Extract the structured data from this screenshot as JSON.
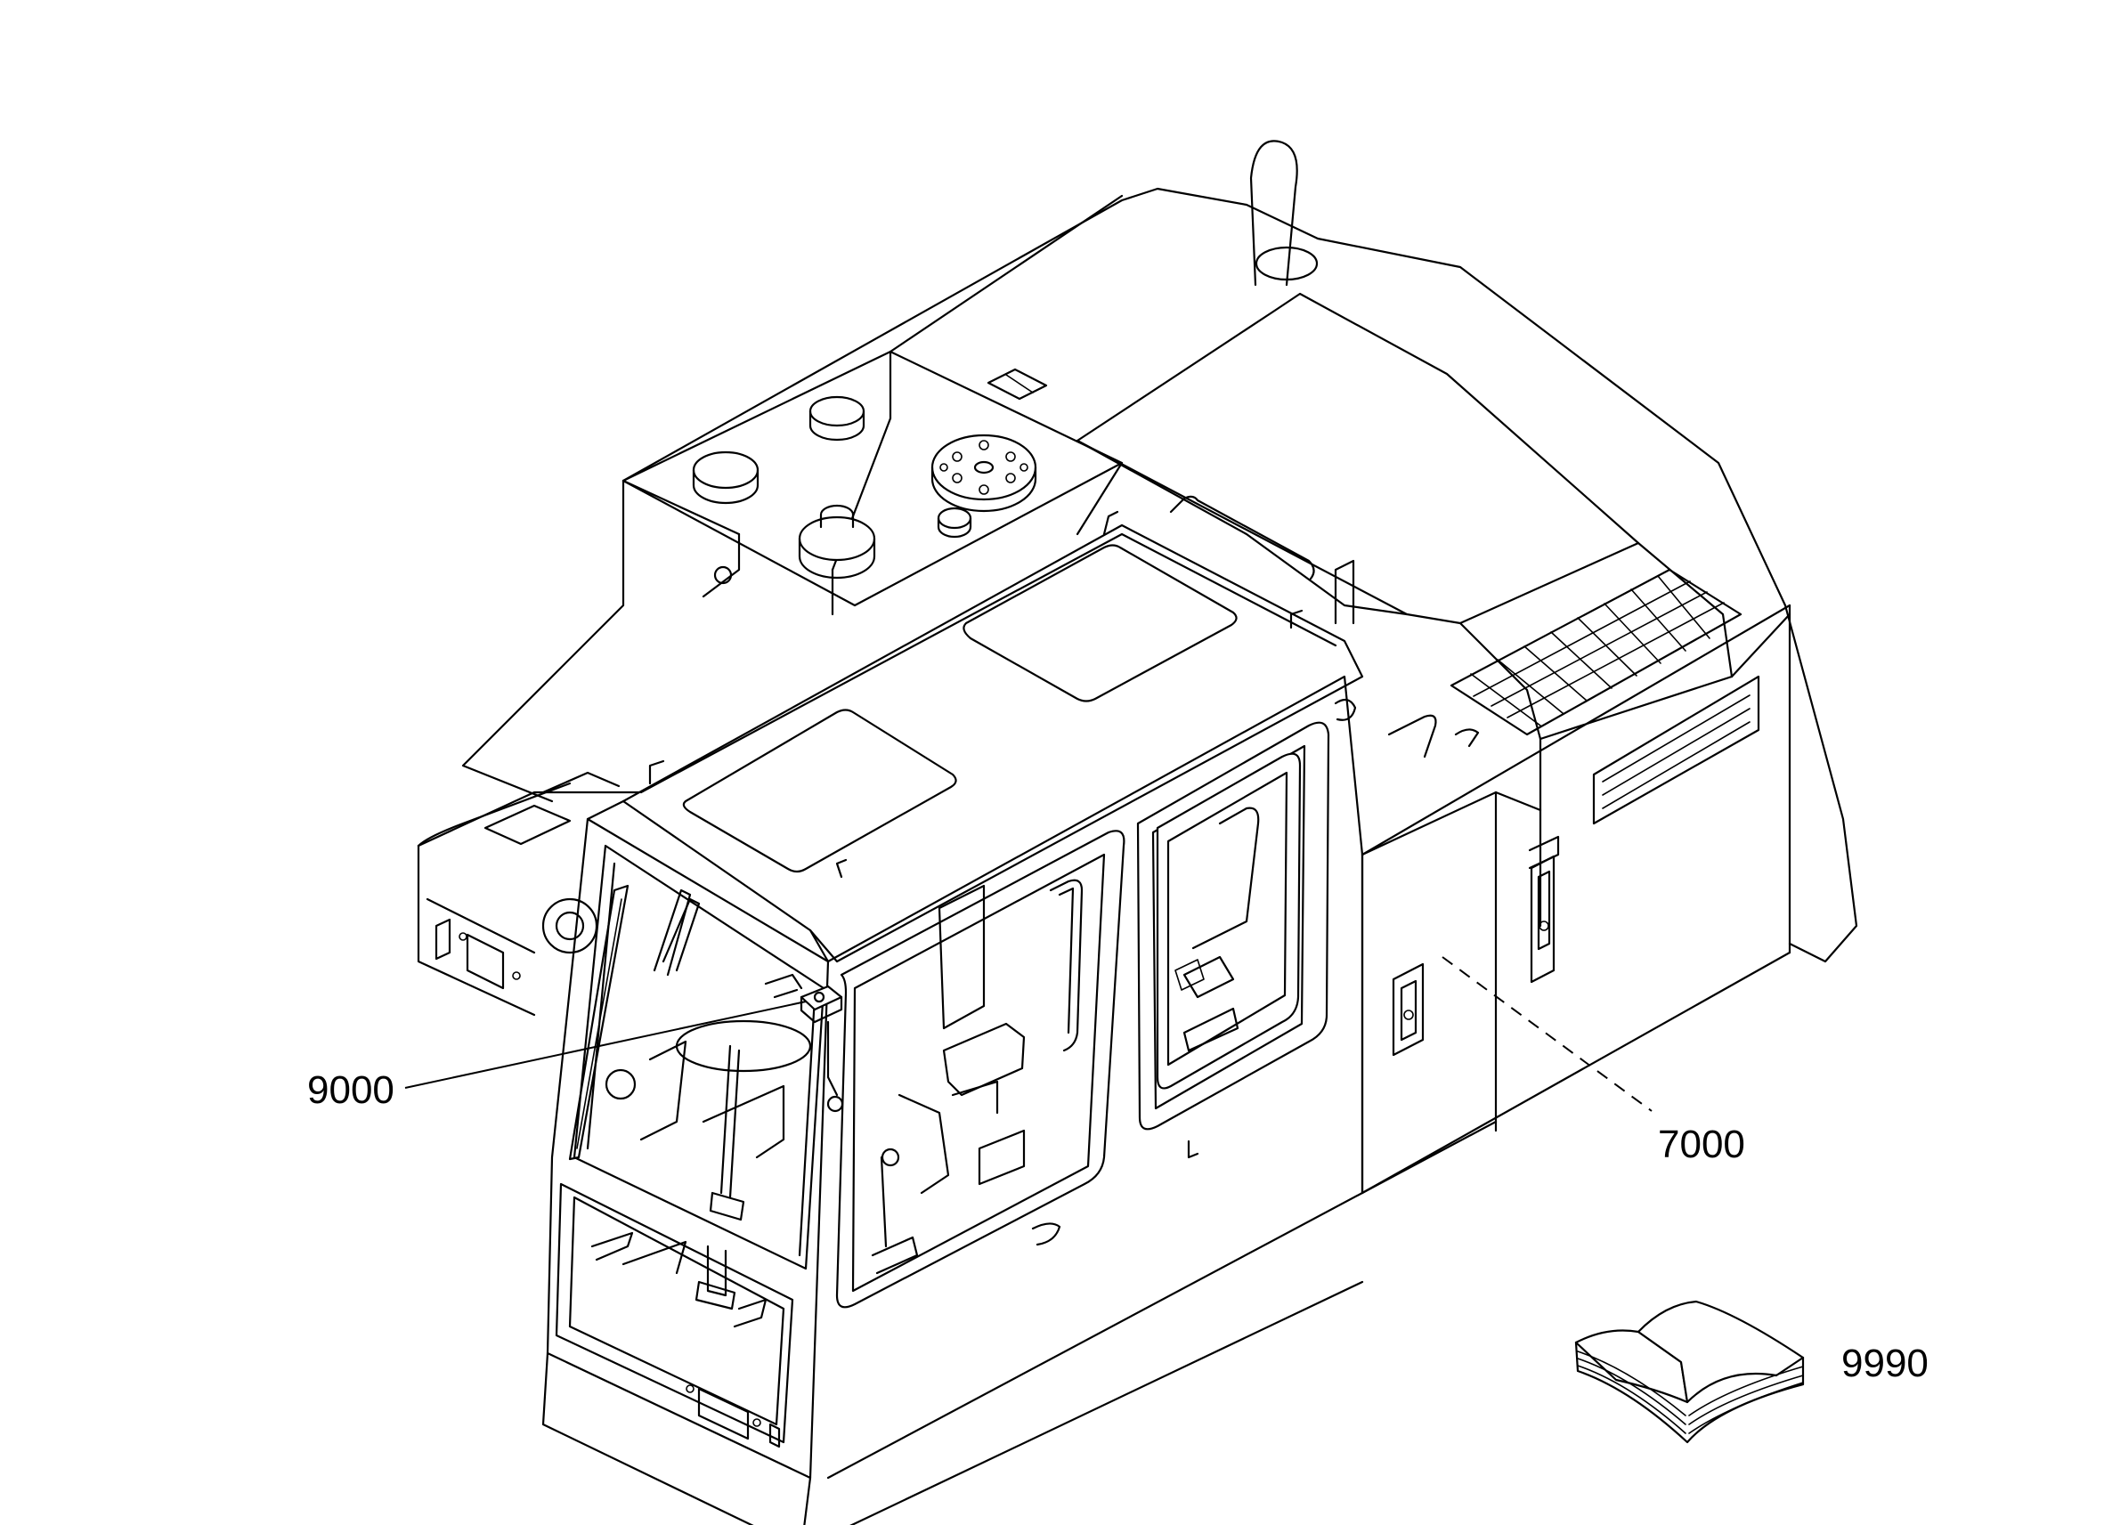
{
  "callouts": {
    "part_9000": "9000",
    "part_7000": "7000",
    "part_9990": "9990"
  }
}
